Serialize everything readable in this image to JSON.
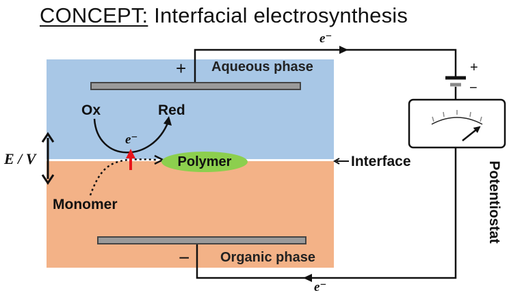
{
  "title": {
    "prefix": "CONCEPT:",
    "text": "Interfacial electrosynthesis"
  },
  "labels": {
    "aqueous_phase": "Aqueous phase",
    "organic_phase": "Organic phase",
    "interface": "Interface",
    "potentiostat": "Potentiostat",
    "polymer": "Polymer",
    "monomer": "Monomer",
    "ox": "Ox",
    "red": "Red",
    "electron": "e⁻",
    "potential_axis": "E / V",
    "plus": "+",
    "minus": "−"
  },
  "colors": {
    "aqueous": "#a8c7e6",
    "organic": "#f3b287",
    "polymer": "#8ccf4e",
    "electron_arrow": "#e8141a"
  }
}
